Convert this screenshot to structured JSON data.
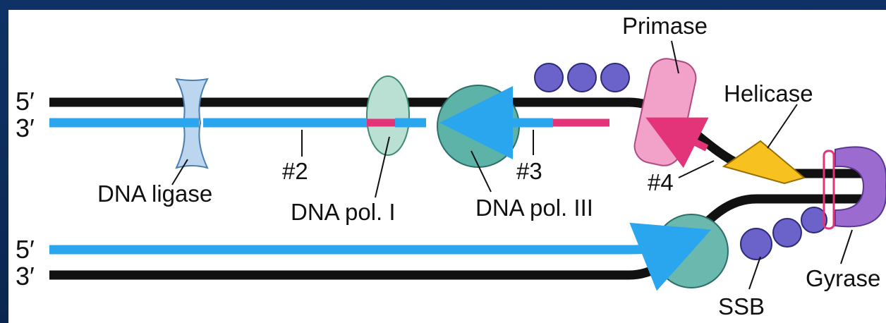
{
  "diagram": {
    "strand_ends": {
      "top_5": "5′",
      "top_3": "3′",
      "bottom_5": "5′",
      "bottom_3": "3′"
    },
    "labels": {
      "primase": "Primase",
      "helicase": "Helicase",
      "dna_ligase": "DNA ligase",
      "dna_pol_1": "DNA pol. I",
      "dna_pol_3": "DNA pol. III",
      "ssb": "SSB",
      "gyrase": "Gyrase",
      "fragment_2": "#2",
      "fragment_3": "#3",
      "fragment_4": "#4"
    },
    "colors": {
      "parental_strand": "#111111",
      "new_strand": "#2aa6ef",
      "primer": "#e3347a",
      "ligase": "#bcd6f0",
      "pol1": "#b9e0d2",
      "pol3": "#5eb3a8",
      "ssb": "#6b63c9",
      "primase": "#f2a2c8",
      "helicase": "#f7c21f",
      "gyrase": "#9b6bd0"
    }
  }
}
